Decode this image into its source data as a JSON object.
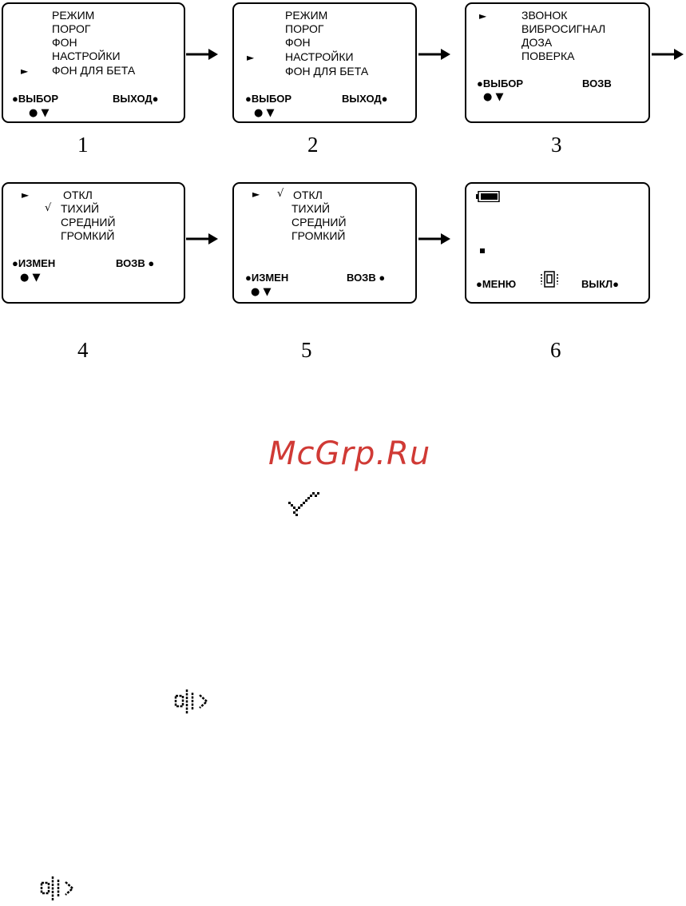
{
  "screens": [
    {
      "number": "1",
      "menu_items": [
        "РЕЖИМ",
        "ПОРОГ",
        "ФОН",
        "НАСТРОЙКИ",
        "ФОН ДЛЯ БЕТА"
      ],
      "selected_index": 4,
      "left_key": "●ВЫБОР",
      "right_key": "ВЫХОД●",
      "nav_hint": "●  ▼"
    },
    {
      "number": "2",
      "menu_items": [
        "РЕЖИМ",
        "ПОРОГ",
        "ФОН",
        "НАСТРОЙКИ",
        "ФОН ДЛЯ БЕТА"
      ],
      "selected_index": 3,
      "left_key": "●ВЫБОР",
      "right_key": "ВЫХОД●",
      "nav_hint": "●  ▼"
    },
    {
      "number": "3",
      "menu_items": [
        "ЗВОНОК",
        "ВИБРОСИГНАЛ",
        "ДОЗА",
        "ПОВЕРКА"
      ],
      "selected_index": 0,
      "left_key": "●ВЫБОР",
      "right_key": "ВОЗВ",
      "nav_hint": "●  ▼"
    },
    {
      "number": "4",
      "menu_items": [
        "ОТКЛ",
        "ТИХИЙ",
        "СРЕДНИЙ",
        "ГРОМКИЙ"
      ],
      "selected_index": 0,
      "checked_index": 1,
      "check_mark": "√",
      "left_key": "●ИЗМЕН",
      "right_key": "ВОЗВ ●",
      "nav_hint": "●  ▼"
    },
    {
      "number": "5",
      "menu_items": [
        "ОТКЛ",
        "ТИХИЙ",
        "СРЕДНИЙ",
        "ГРОМКИЙ"
      ],
      "selected_index": 0,
      "checked_index": 0,
      "check_mark": "√",
      "left_key": "●ИЗМЕН",
      "right_key": "ВОЗВ ●",
      "nav_hint": "●  ▼"
    },
    {
      "number": "6",
      "left_key": "●МЕНЮ",
      "right_key": "ВЫКЛ●",
      "icons": [
        "battery-icon",
        "vibration-icon"
      ]
    }
  ],
  "pointer_symbol": "►",
  "watermark": "McGrp.Ru",
  "icons": [
    "checkmark-icon",
    "speaker-icon",
    "speaker-icon"
  ],
  "colors": {
    "watermark": "#d03a35",
    "line": "#000000"
  }
}
